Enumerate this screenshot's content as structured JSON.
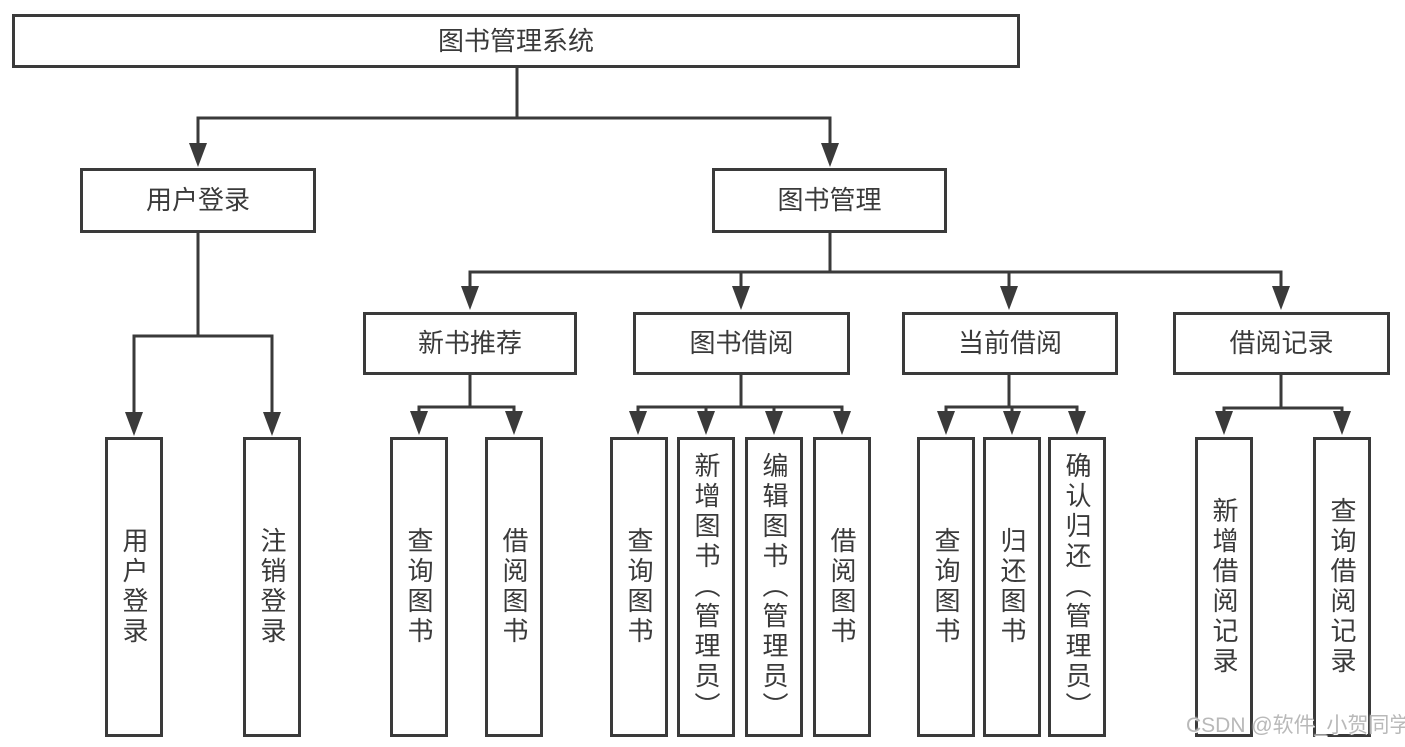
{
  "diagram": {
    "title": "图书管理系统",
    "root": {
      "label": "图书管理系统"
    },
    "level2": [
      {
        "label": "用户登录"
      },
      {
        "label": "图书管理"
      }
    ],
    "login_children": [
      {
        "label": "用户登录"
      },
      {
        "label": "注销登录"
      }
    ],
    "level3": [
      {
        "label": "新书推荐"
      },
      {
        "label": "图书借阅"
      },
      {
        "label": "当前借阅"
      },
      {
        "label": "借阅记录"
      }
    ],
    "new_book_children": [
      {
        "label": "查询图书"
      },
      {
        "label": "借阅图书"
      }
    ],
    "borrow_children": [
      {
        "label": "查询图书"
      },
      {
        "label": "新增图书（管理员）"
      },
      {
        "label": "编辑图书（管理员）"
      },
      {
        "label": "借阅图书"
      }
    ],
    "current_children": [
      {
        "label": "查询图书"
      },
      {
        "label": "归还图书"
      },
      {
        "label": "确认归还（管理员）"
      }
    ],
    "record_children": [
      {
        "label": "新增借阅记录"
      },
      {
        "label": "查询借阅记录"
      }
    ]
  },
  "watermark": {
    "text": "CSDN @软件_小贺同学"
  },
  "colors": {
    "line": "#3a3a3a",
    "text": "#3a3a3a",
    "background": "#ffffff",
    "watermark": "#b9b9b9"
  }
}
